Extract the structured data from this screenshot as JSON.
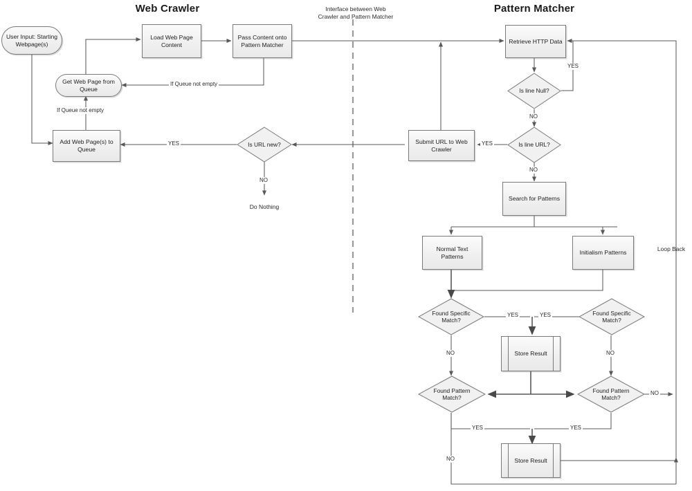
{
  "diagram": {
    "type": "flowchart",
    "titles": [
      {
        "id": "web-crawler",
        "text": "Web Crawler"
      },
      {
        "id": "pattern-matcher",
        "text": "Pattern Matcher"
      }
    ],
    "annotations": [
      {
        "id": "interface-note",
        "text": "Interface between Web\nCrawler and Pattern Matcher"
      },
      {
        "id": "do-nothing",
        "text": "Do Nothing"
      },
      {
        "id": "loop-back",
        "text": "Loop Back"
      }
    ],
    "nodes": [
      {
        "id": "user-input",
        "shape": "terminator",
        "label": "User Input: Starting\nWebpage(s)"
      },
      {
        "id": "load-web-page",
        "shape": "process",
        "label": "Load Web Page\nContent"
      },
      {
        "id": "pass-content",
        "shape": "process",
        "label": "Pass Content onto\nPattern Matcher"
      },
      {
        "id": "get-web-page",
        "shape": "terminator",
        "label": "Get Web Page from\nQueue"
      },
      {
        "id": "add-web-page",
        "shape": "process",
        "label": "Add Web Page(s) to\nQueue"
      },
      {
        "id": "is-url-new",
        "shape": "decision",
        "label": "Is URL new?"
      },
      {
        "id": "submit-url",
        "shape": "process",
        "label": "Submit URL to Web\nCrawler"
      },
      {
        "id": "retrieve-http",
        "shape": "process",
        "label": "Retrieve HTTP Data"
      },
      {
        "id": "is-line-null",
        "shape": "decision",
        "label": "Is line Null?"
      },
      {
        "id": "is-line-url",
        "shape": "decision",
        "label": "Is line URL?"
      },
      {
        "id": "search-patterns",
        "shape": "process",
        "label": "Search for Patterns"
      },
      {
        "id": "normal-text",
        "shape": "process",
        "label": "Normal Text\nPatterns"
      },
      {
        "id": "initialism",
        "shape": "process",
        "label": "Initialism Patterns"
      },
      {
        "id": "found-specific-l",
        "shape": "decision",
        "label": "Found Specific\nMatch?"
      },
      {
        "id": "found-specific-r",
        "shape": "decision",
        "label": "Found Specific\nMatch?"
      },
      {
        "id": "store-result-top",
        "shape": "predefined-process",
        "label": "Store Result"
      },
      {
        "id": "found-pattern-l",
        "shape": "decision",
        "label": "Found Pattern\nMatch?"
      },
      {
        "id": "found-pattern-r",
        "shape": "decision",
        "label": "Found Pattern\nMatch?"
      },
      {
        "id": "store-result-bot",
        "shape": "predefined-process",
        "label": "Store Result"
      }
    ],
    "edge_labels": [
      {
        "id": "queue-not-empty-1",
        "text": "If Queue not empty"
      },
      {
        "id": "queue-not-empty-2",
        "text": "If Queue not empty"
      },
      {
        "id": "url-new-yes",
        "text": "YES"
      },
      {
        "id": "url-new-no",
        "text": "NO"
      },
      {
        "id": "line-null-yes",
        "text": "YES"
      },
      {
        "id": "line-null-no",
        "text": "NO"
      },
      {
        "id": "line-url-yes",
        "text": "YES"
      },
      {
        "id": "line-url-no",
        "text": "NO"
      },
      {
        "id": "specific-l-yes",
        "text": "YES"
      },
      {
        "id": "specific-r-yes",
        "text": "YES"
      },
      {
        "id": "specific-l-no",
        "text": "NO"
      },
      {
        "id": "specific-r-no",
        "text": "NO"
      },
      {
        "id": "pattern-l-yes",
        "text": "YES"
      },
      {
        "id": "pattern-r-yes",
        "text": "YES"
      },
      {
        "id": "pattern-l-no",
        "text": "NO"
      },
      {
        "id": "pattern-r-no",
        "text": "NO"
      }
    ],
    "colors": {
      "background": "#ffffff",
      "node_fill": "#f0f0f0",
      "node_stroke": "#7a7a7a",
      "connector": "#595959",
      "divider": "#9a9a9a",
      "text": "#1d1d1d"
    }
  }
}
